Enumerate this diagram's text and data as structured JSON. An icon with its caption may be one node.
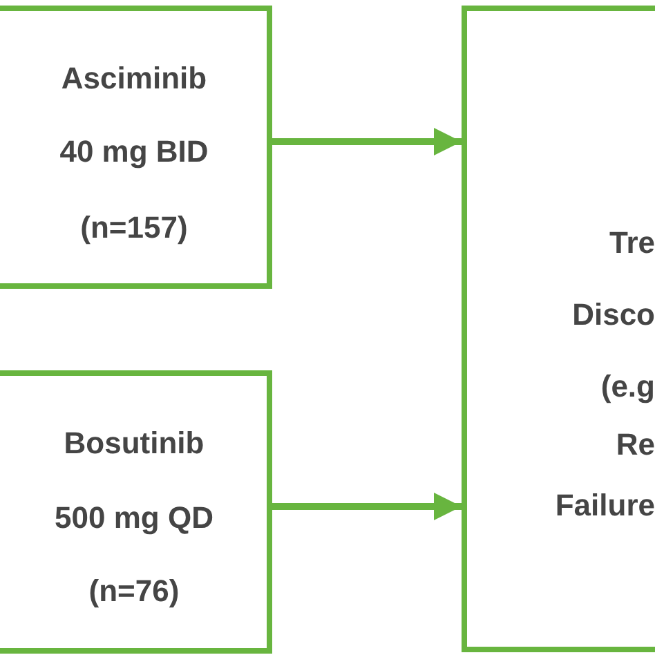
{
  "diagram": {
    "nodes": [
      {
        "text": [
          "Asciminib",
          "40 mg BID",
          "(n=157)"
        ]
      },
      {
        "text": [
          "Bosutinib",
          "500 mg QD",
          "(n=76)"
        ]
      },
      {
        "text": [
          "Tre",
          "Disco",
          "(e.g",
          "Re",
          "Failure"
        ]
      }
    ],
    "edges": [
      {
        "from": 0,
        "to": 2,
        "arrow": "to"
      },
      {
        "from": 1,
        "to": 2,
        "arrow": "to"
      }
    ]
  }
}
